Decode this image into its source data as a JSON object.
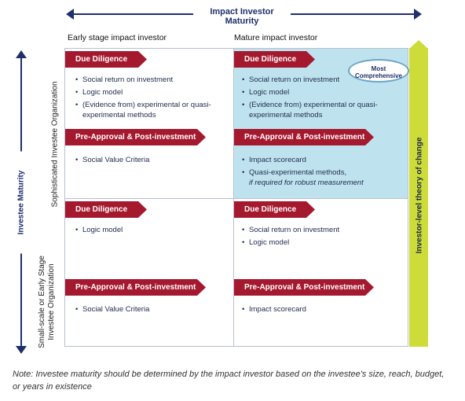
{
  "axes": {
    "top_label": "Impact Investor Maturity",
    "left_label": "Investee Maturity",
    "right_label": "Investor-level theory of change"
  },
  "columns": {
    "early": "Early stage impact investor",
    "mature": "Mature impact investor"
  },
  "rows": {
    "top": "Sophisticated Investee Organization",
    "bottom_line1": "Small-scale or Early Stage",
    "bottom_line2": "Investee Organization"
  },
  "badge": {
    "line1": "Most",
    "line2": "Comprehensive"
  },
  "quadrants": {
    "top_left": {
      "dd_label": "Due Diligence",
      "dd_items": [
        "Social return on investment",
        "Logic model",
        "(Evidence from) experimental or quasi-experimental methods"
      ],
      "pp_label": "Pre-Approval & Post-investment",
      "pp_items": [
        "Social Value Criteria"
      ]
    },
    "top_right": {
      "dd_label": "Due Diligence",
      "dd_items": [
        "Social return on investment",
        "Logic model",
        "(Evidence from) experimental or quasi-experimental methods"
      ],
      "pp_label": "Pre-Approval & Post-investment",
      "pp_items": [
        "Impact scorecard",
        "Quasi-experimental methods,"
      ],
      "pp_note": "if required for robust measurement"
    },
    "bottom_left": {
      "dd_label": "Due Diligence",
      "dd_items": [
        "Logic model"
      ],
      "pp_label": "Pre-Approval & Post-investment",
      "pp_items": [
        "Social Value Criteria"
      ]
    },
    "bottom_right": {
      "dd_label": "Due Diligence",
      "dd_items": [
        "Social return on investment",
        "Logic model"
      ],
      "pp_label": "Pre-Approval & Post-investment",
      "pp_items": [
        "Impact scorecard"
      ]
    }
  },
  "note": "Note: Investee maturity should be determined by the impact investor based on the investee's size, reach, budget, or years in existence",
  "colors": {
    "header_red": "#a5192f",
    "highlight_blue": "#bfe3ee",
    "bar_green": "#cddc39",
    "navy": "#1f2f6b"
  }
}
